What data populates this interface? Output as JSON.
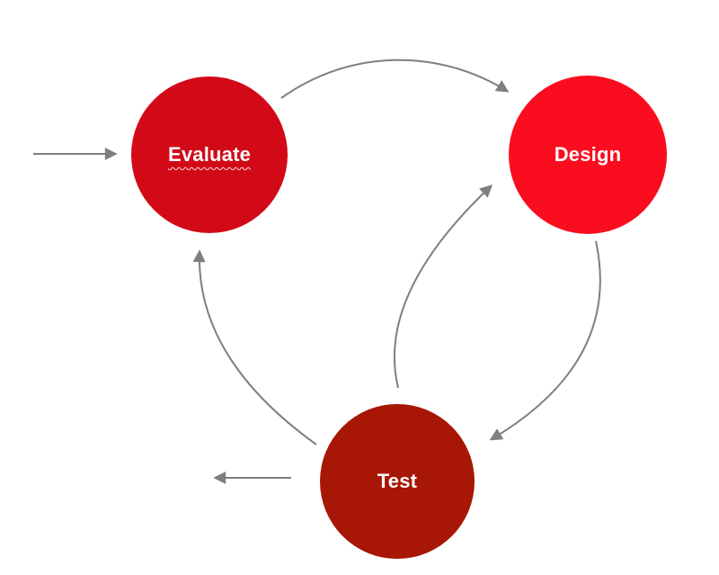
{
  "diagram": {
    "background": "#ffffff",
    "arrow_color": "#7f7f7f",
    "nodes": [
      {
        "id": "evaluate",
        "label": "Evaluate",
        "color": "#d20a17",
        "text_color": "#ffffff",
        "underline": "wavy"
      },
      {
        "id": "design",
        "label": "Design",
        "color": "#fa0d1e",
        "text_color": "#ffffff",
        "underline": "none"
      },
      {
        "id": "test",
        "label": "Test",
        "color": "#a81605",
        "text_color": "#ffffff",
        "underline": "none"
      }
    ],
    "edges": [
      {
        "from": "external-left",
        "to": "evaluate",
        "style": "straight"
      },
      {
        "from": "evaluate",
        "to": "design",
        "style": "curved-over-top"
      },
      {
        "from": "test",
        "to": "design",
        "style": "curved"
      },
      {
        "from": "design",
        "to": "test",
        "style": "curved"
      },
      {
        "from": "test",
        "to": "evaluate",
        "style": "curved"
      },
      {
        "from": "test",
        "to": "external-left",
        "style": "straight"
      }
    ]
  }
}
